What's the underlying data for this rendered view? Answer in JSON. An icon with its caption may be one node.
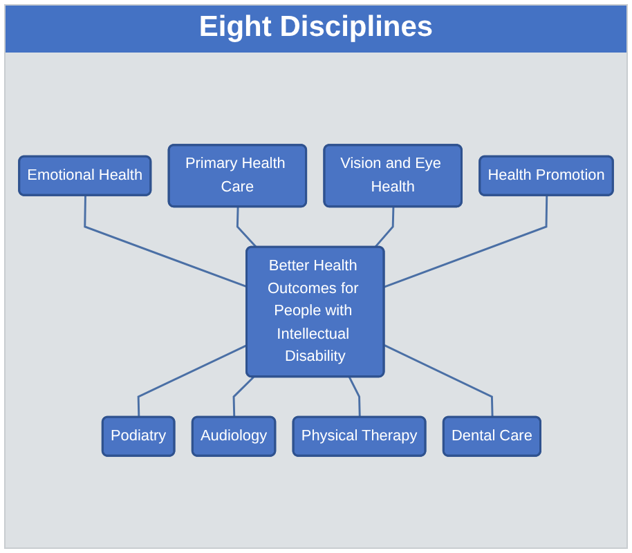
{
  "diagram": {
    "title": "Eight Disciplines",
    "nodes": [
      {
        "text": [
          "Primary Health Care"
        ]
      },
      {
        "text": [
          "Emotional Health"
        ]
      },
      {
        "text": [
          "Vision and Eye Health"
        ]
      },
      {
        "text": [
          "Better Health Outcomes for People with Intellectual Disability"
        ]
      },
      {
        "text": [
          "Health Promotion"
        ]
      },
      {
        "text": [
          "Dental Care"
        ]
      },
      {
        "text": [
          "Podiatry"
        ]
      },
      {
        "text": [
          "Physical Therapy"
        ]
      },
      {
        "text": [
          "Audiology"
        ]
      }
    ],
    "edges": [
      {
        "from": 1,
        "to": 3,
        "arrow": "none"
      },
      {
        "from": 0,
        "to": 3,
        "arrow": "none"
      },
      {
        "from": 2,
        "to": 3,
        "arrow": "none"
      },
      {
        "from": 4,
        "to": 3,
        "arrow": "none"
      },
      {
        "from": 3,
        "to": 6,
        "arrow": "none"
      },
      {
        "from": 3,
        "to": 8,
        "arrow": "none"
      },
      {
        "from": 3,
        "to": 7,
        "arrow": "none"
      },
      {
        "from": 3,
        "to": 5,
        "arrow": "none"
      }
    ]
  }
}
